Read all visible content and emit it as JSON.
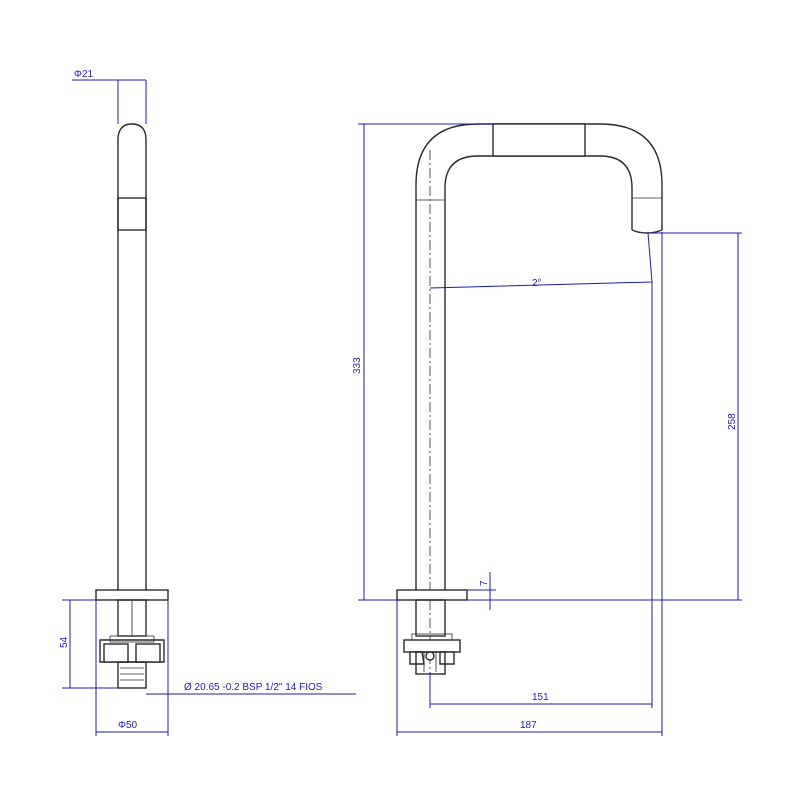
{
  "side_view": {
    "dia_top": "Φ21",
    "height_base": "54",
    "dia_base": "Φ50",
    "thread_note": "Ø 20.65 -0.2 BSP 1/2\"  14 FIOS"
  },
  "front_view": {
    "total_height": "333",
    "spout_height": "258",
    "angle": "2°",
    "base_height": "7",
    "reach_inner": "151",
    "reach_total": "187"
  },
  "colors": {
    "dimension": "#1c1cb4",
    "outline": "#2a2a2a"
  }
}
